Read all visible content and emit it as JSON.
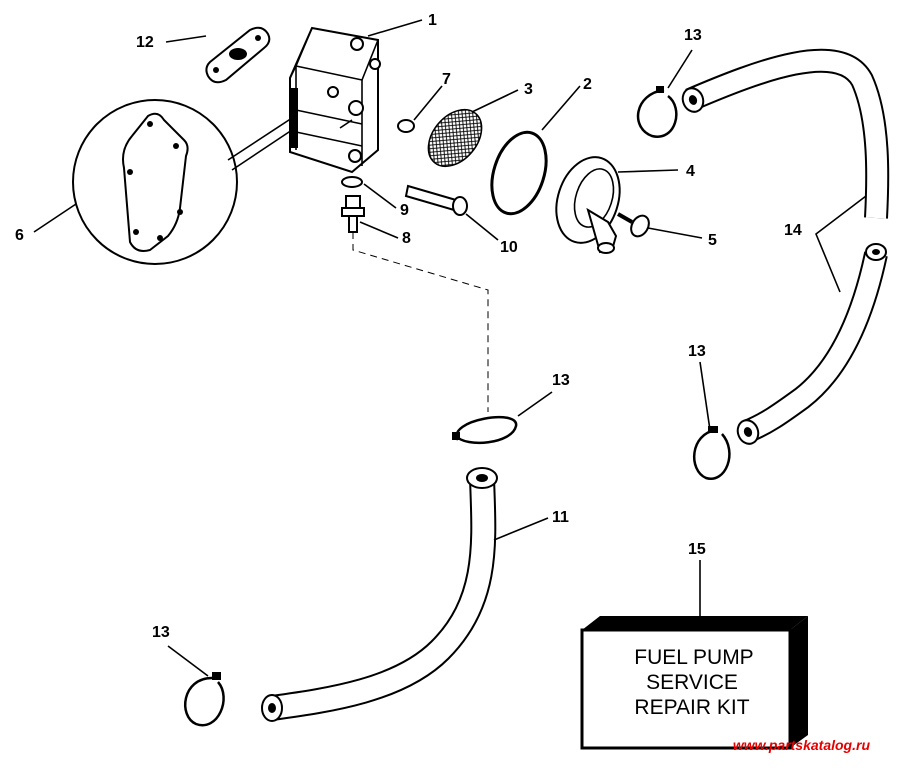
{
  "callouts": {
    "c1": "1",
    "c2": "2",
    "c3": "3",
    "c4": "4",
    "c5": "5",
    "c6": "6",
    "c7": "7",
    "c8": "8",
    "c9": "9",
    "c10": "10",
    "c11": "11",
    "c12": "12",
    "c13a": "13",
    "c13b": "13",
    "c13c": "13",
    "c13d": "13",
    "c14": "14",
    "c15": "15"
  },
  "kit_label": {
    "line1": "FUEL PUMP",
    "line2": "SERVICE",
    "line3": "REPAIR KIT"
  },
  "watermark": "www.partskatalog.ru"
}
